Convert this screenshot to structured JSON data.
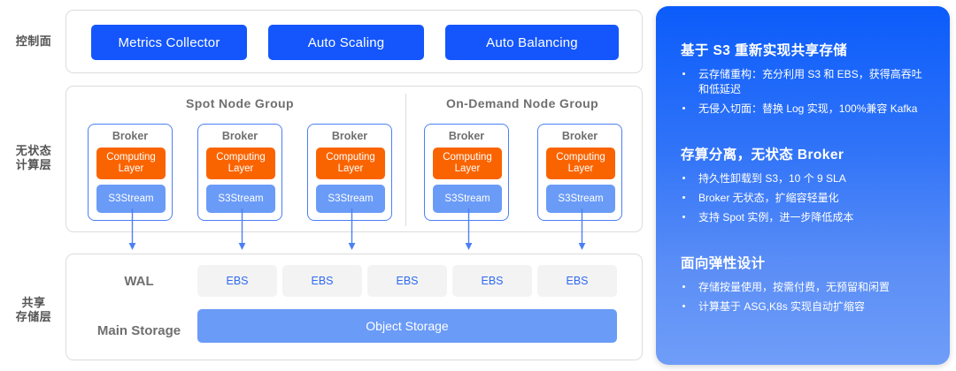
{
  "rows": {
    "control_plane_label": "控制面",
    "compute_label_line1": "无状态",
    "compute_label_line2": "计算层",
    "storage_label_line1": "共享",
    "storage_label_line2": "存储层"
  },
  "control_plane": {
    "buttons": [
      {
        "label": "Metrics Collector"
      },
      {
        "label": "Auto Scaling"
      },
      {
        "label": "Auto Balancing"
      }
    ]
  },
  "compute": {
    "groups": [
      {
        "title": "Spot Node Group"
      },
      {
        "title": "On-Demand Node Group"
      }
    ],
    "brokers": [
      {
        "title": "Broker",
        "computing": "Computing Layer",
        "stream": "S3Stream",
        "group": "Spot Node Group"
      },
      {
        "title": "Broker",
        "computing": "Computing Layer",
        "stream": "S3Stream",
        "group": "Spot Node Group"
      },
      {
        "title": "Broker",
        "computing": "Computing Layer",
        "stream": "S3Stream",
        "group": "Spot Node Group"
      },
      {
        "title": "Broker",
        "computing": "Computing Layer",
        "stream": "S3Stream",
        "group": "On-Demand Node Group"
      },
      {
        "title": "Broker",
        "computing": "Computing Layer",
        "stream": "S3Stream",
        "group": "On-Demand Node Group"
      }
    ]
  },
  "storage": {
    "wal_label": "WAL",
    "main_label": "Main Storage",
    "wal_items": [
      {
        "label": "EBS"
      },
      {
        "label": "EBS"
      },
      {
        "label": "EBS"
      },
      {
        "label": "EBS"
      },
      {
        "label": "EBS"
      }
    ],
    "main_item": "Object Storage"
  },
  "info_card": {
    "sections": [
      {
        "title": "基于 S3 重新实现共享存储",
        "bullets": [
          "云存储重构：充分利用 S3 和 EBS，获得高吞吐和低延迟",
          "无侵入切面：替换 Log 实现，100%兼容 Kafka"
        ]
      },
      {
        "title": "存算分离，无状态 Broker",
        "bullets": [
          "持久性卸载到 S3，10 个 9 SLA",
          "Broker 无状态，扩缩容轻量化",
          "支持 Spot 实例，进一步降低成本"
        ]
      },
      {
        "title": "面向弹性设计",
        "bullets": [
          "存储按量使用，按需付费，无预留和闲置",
          "计算基于 ASG,K8s 实现自动扩缩容"
        ]
      }
    ]
  },
  "colors": {
    "accent_blue": "#1456FC",
    "broker_border": "#4C7FF5",
    "computing_orange": "#FA6400",
    "stream_blue": "#6A9BF7",
    "ebs_bg": "#F3F3F3",
    "ebs_text": "#2F6BF0",
    "card_gradient_top": "#0B5CFB",
    "card_gradient_bottom": "#6F9DF8",
    "label_gray": "#6F6F6F"
  }
}
